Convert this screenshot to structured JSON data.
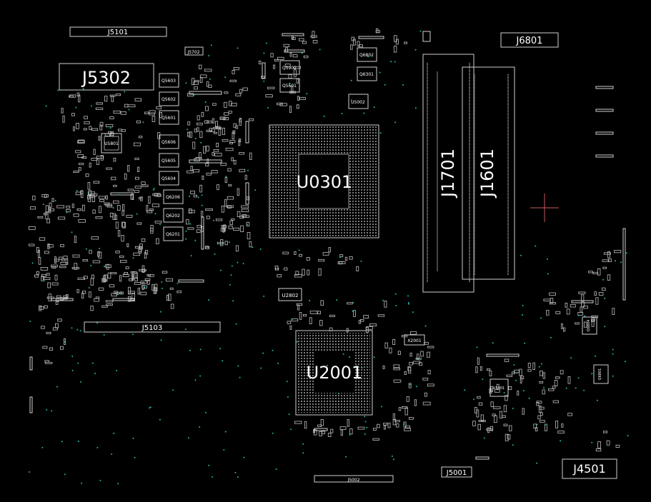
{
  "view": {
    "background_color": "#000000",
    "outline_color": "#cfcfcf",
    "label_color": "#ffffff",
    "via_color": "#1fb5b0",
    "cursor_color": "#c85a5a"
  },
  "components": {
    "j5101": "J5101",
    "j5302": "J5302",
    "j5702": "J5702",
    "q5603": "Q5603",
    "q5602": "Q5602",
    "q5601": "Q5601",
    "q5606": "Q5606",
    "q5605": "Q5605",
    "q5604": "Q5604",
    "u5801": "U5801",
    "q6206": "Q6206",
    "q6202": "Q6202",
    "q6201": "Q6201",
    "j5103": "J5103",
    "q5902": "Q5902",
    "q5601b": "Q5601",
    "q6802": "Q6802",
    "q6301": "Q6301",
    "u5002": "U5002",
    "u0301": "U0301",
    "j1701": "J1701",
    "j1601": "J1601",
    "j6801": "J6801",
    "u2802": "U2802",
    "x2001": "X2001",
    "u2001": "U2001",
    "q6804": "Q6804",
    "q6801": "Q6801",
    "u5901": "U5901",
    "j5002": "J5002",
    "j5001": "J5001",
    "j4501": "J4501"
  }
}
